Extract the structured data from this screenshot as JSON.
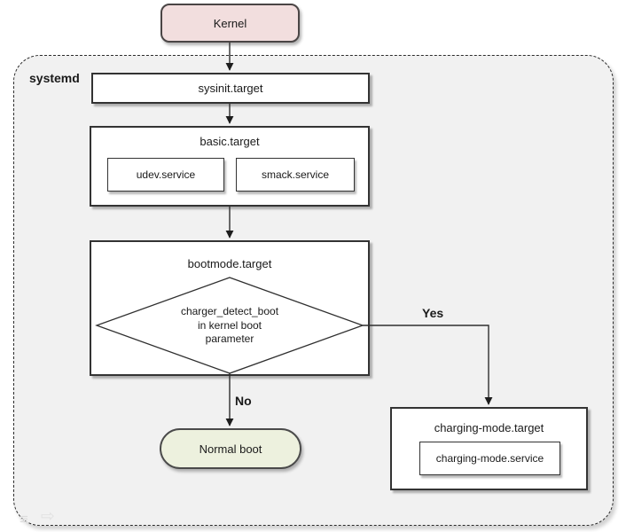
{
  "nodes": {
    "kernel": "Kernel",
    "systemd_group": "systemd",
    "sysinit": "sysinit.target",
    "basic": "basic.target",
    "udev": "udev.service",
    "smack": "smack.service",
    "bootmode": "bootmode.target",
    "decision": {
      "line1": "charger_detect_boot",
      "line2": "in kernel boot",
      "line3": "parameter"
    },
    "charging_target": "charging-mode.target",
    "charging_service": "charging-mode.service",
    "normal_boot": "Normal boot"
  },
  "edges": {
    "yes": "Yes",
    "no": "No"
  },
  "watermark": {
    "list_icon": "≡",
    "arrow_icon": "⇨"
  },
  "colors": {
    "kernel_fill": "#f2dede",
    "normal_boot_fill": "#edf1de",
    "group_fill": "#f1f1f1",
    "node_fill": "#ffffff",
    "node_border": "#333333",
    "line": "#2f2f2f",
    "text": "#1a1a1a"
  }
}
